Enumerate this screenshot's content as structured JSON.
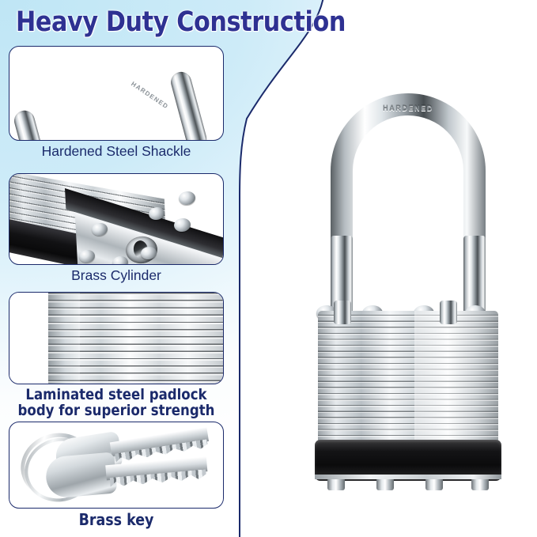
{
  "page": {
    "title": "Heavy Duty Construction",
    "background_color_top": "#c3e7f6",
    "background_color_bottom": "#ffffff",
    "accent_color": "#1b2a6b",
    "title_color": "#2e3192",
    "divider_color": "#1b2a6b"
  },
  "features": [
    {
      "id": "shackle",
      "caption": "Hardened Steel Shackle",
      "caption_style": "sans",
      "image_name": "hardened-steel-shackle-photo",
      "engraving": "HARDENED"
    },
    {
      "id": "cylinder",
      "caption": "Brass Cylinder",
      "caption_style": "sans",
      "image_name": "brass-cylinder-photo"
    },
    {
      "id": "body",
      "caption_lines": [
        "Laminated steel padlock",
        "body for superior strength"
      ],
      "caption_style": "condensed",
      "image_name": "laminated-steel-body-photo"
    },
    {
      "id": "key",
      "caption": "Brass key",
      "caption_style": "condensed",
      "image_name": "brass-key-photo"
    }
  ],
  "hero": {
    "image_name": "laminated-padlock-photo",
    "shackle_engraving": "HARDENED",
    "rivet_count_top": 4,
    "rivet_count_bottom": 4
  }
}
